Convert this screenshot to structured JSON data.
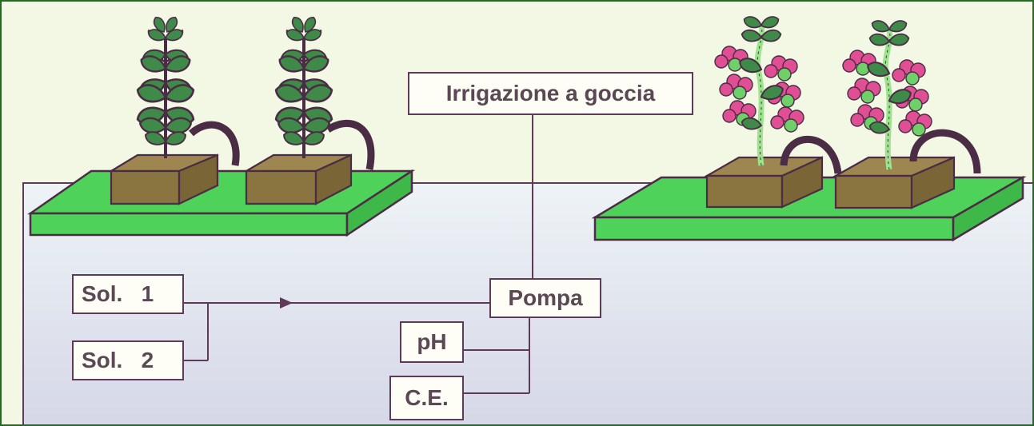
{
  "diagram": {
    "labels": {
      "irrigation": "Irrigazione a goccia",
      "pump": "Pompa",
      "solution1": "Sol.   1",
      "solution2": "Sol.   2",
      "ph": "pH",
      "ec": "C.E."
    },
    "colors": {
      "background": "#f2f8e4",
      "frame": "#1f6e1f",
      "line": "#5e3a58",
      "tray_green": "#4fd25a",
      "slab_brown": "#8a7440",
      "leaf_green": "#3f8a48",
      "stem_light_green": "#9be38c",
      "fruit_pink": "#e04f93",
      "fruit_green": "#6fd06a",
      "label_text": "#5a4855"
    },
    "icons": {
      "young_plant": "young-plant-icon",
      "fruiting_plant": "fruiting-plant-icon",
      "drip_tube": "drip-tube-icon",
      "flow_arrow": "flow-arrow-icon"
    }
  }
}
